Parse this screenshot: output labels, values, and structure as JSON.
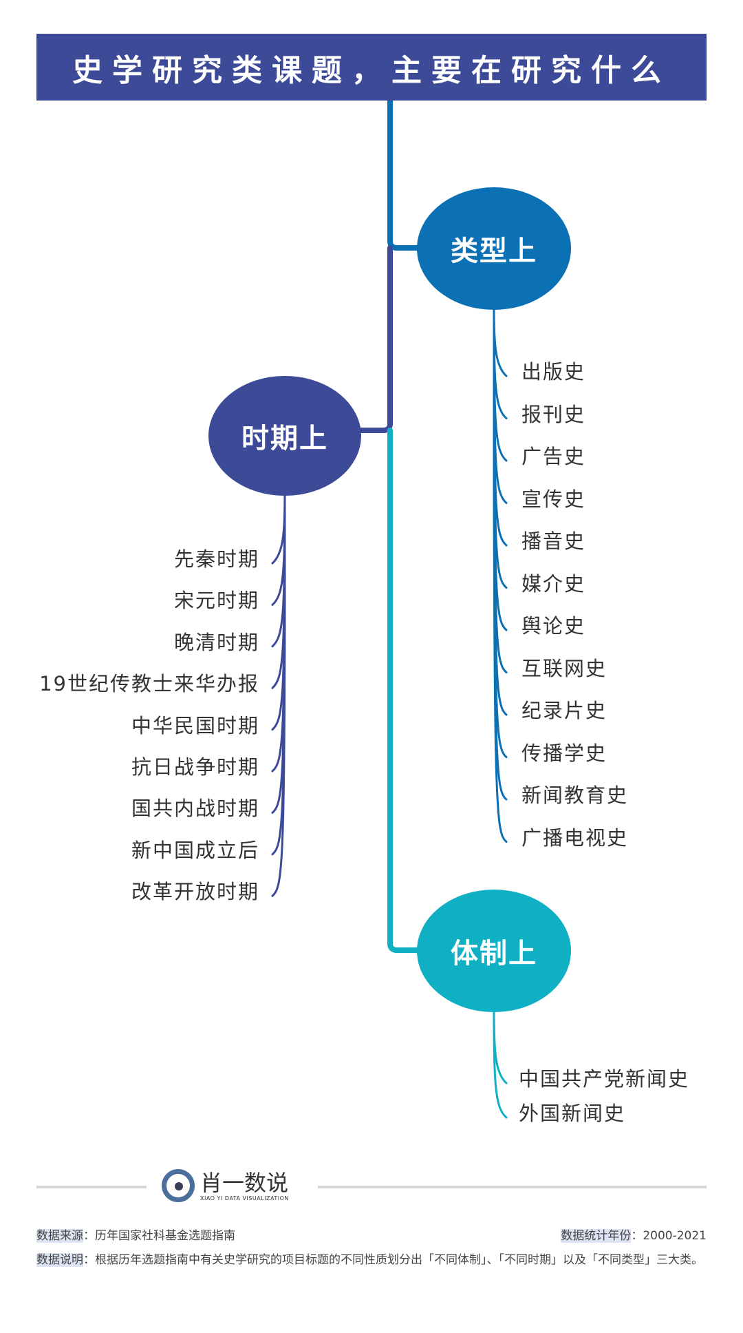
{
  "title": "史学研究类课题，主要在研究什么",
  "colors": {
    "navy": "#3c4a98",
    "blue": "#0b70b4",
    "teal": "#0fb0c4"
  },
  "nodes": {
    "type": {
      "label": "类型上",
      "items": [
        "出版史",
        "报刊史",
        "广告史",
        "宣传史",
        "播音史",
        "媒介史",
        "舆论史",
        "互联网史",
        "纪录片史",
        "传播学史",
        "新闻教育史",
        "广播电视史"
      ]
    },
    "period": {
      "label": "时期上",
      "items": [
        "先秦时期",
        "宋元时期",
        "晚清时期",
        "19世纪传教士来华办报",
        "中华民国时期",
        "抗日战争时期",
        "国共内战时期",
        "新中国成立后",
        "改革开放时期"
      ]
    },
    "system": {
      "label": "体制上",
      "items": [
        "中国共产党新闻史",
        "外国新闻史"
      ]
    }
  },
  "footer": {
    "logo_cn": "肖一数说",
    "logo_en": "XIAO YI DATA VISUALIZATION",
    "source_label": "数据来源",
    "source_value": "：历年国家社科基金选题指南",
    "years_label": "数据统计年份",
    "years_value": "：2000-2021",
    "note_label": "数据说明",
    "note_value": "：根据历年选题指南中有关史学研究的项目标题的不同性质划分出「不同体制」、「不同时期」以及「不同类型」三大类。"
  }
}
